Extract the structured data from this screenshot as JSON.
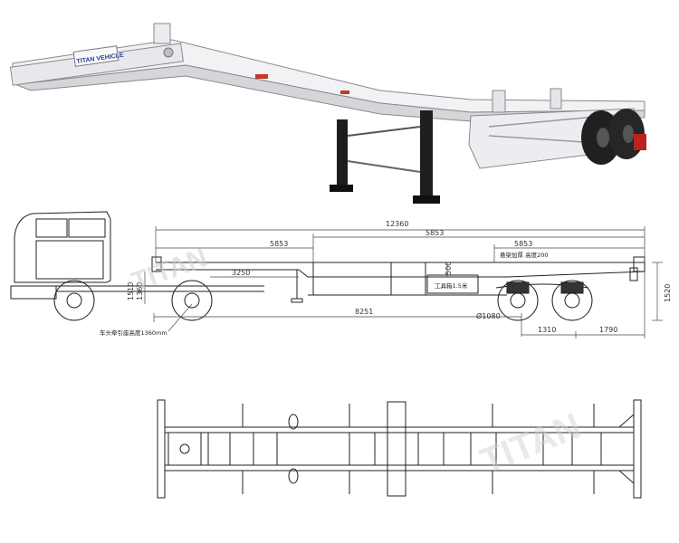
{
  "photo": {
    "brand_plate": "TITAN VEHICLE"
  },
  "side_view": {
    "overall_length": "12360",
    "dim_upper_left": "5853",
    "dim_upper_right": "5853",
    "dim_rear_span": "5853",
    "dim_kingpin": "3250",
    "dim_total_lower": "8251",
    "dim_axle_a": "1310",
    "dim_axle_b": "1790",
    "dim_frame_height": "500",
    "dim_coupler_height": "1510",
    "dim_coupler_height_2": "1360",
    "dim_rear_height": "1520",
    "dim_wheel": "Ø1080",
    "note_tractor": "车头牵引座高度1360mm",
    "note_toolbox": "工具箱1.5米",
    "note_rear": "悬架加厚 高度200"
  },
  "watermark": "TITAN"
}
